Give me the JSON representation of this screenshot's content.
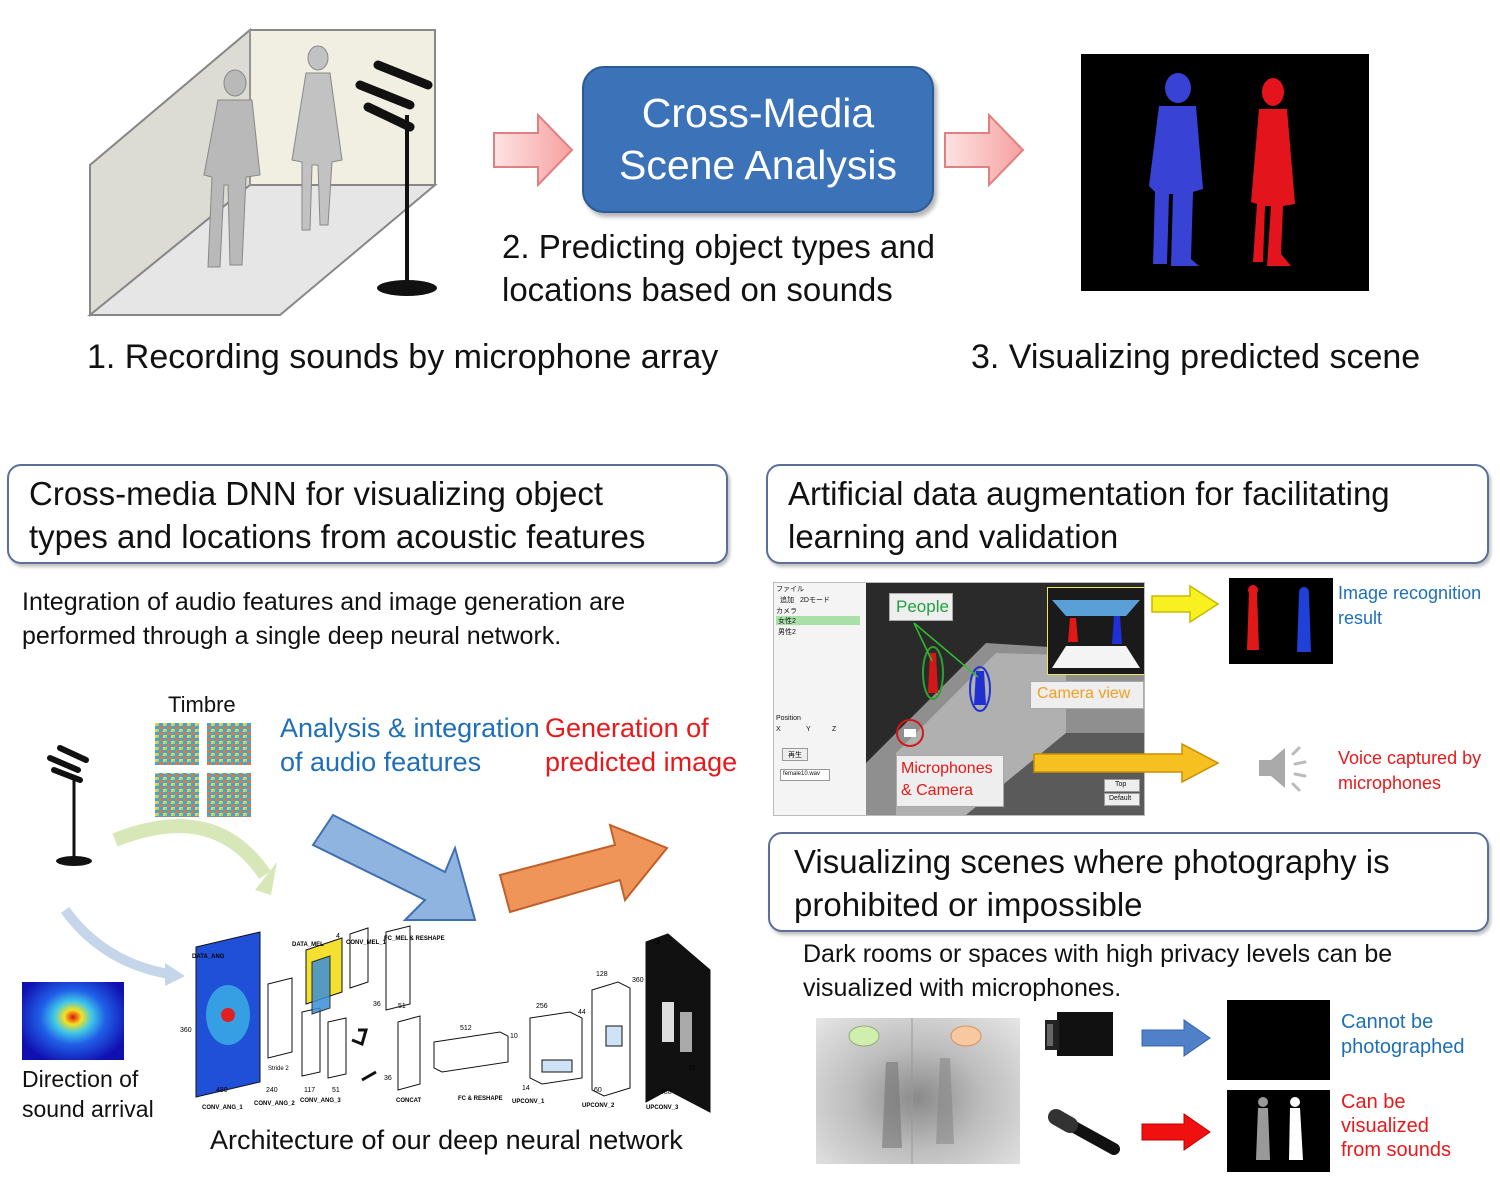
{
  "top": {
    "cms_title_line1": "Cross-Media",
    "cms_title_line2": "Scene Analysis",
    "step2_line1": "2. Predicting object types and",
    "step2_line2": "locations based on sounds",
    "step1": "1. Recording sounds by microphone array",
    "step3": "3. Visualizing predicted scene"
  },
  "left_panel": {
    "heading_line1": "Cross-media DNN for visualizing object",
    "heading_line2": "types and locations from acoustic features",
    "desc_line1": "Integration of audio features and image generation are",
    "desc_line2": "performed through a single deep neural network.",
    "timbre": "Timbre",
    "analysis_line1": "Analysis & integration",
    "analysis_line2": "of audio features",
    "generation_line1": "Generation of",
    "generation_line2": "predicted image",
    "direction_line1": "Direction of",
    "direction_line2": "sound arrival",
    "caption": "Architecture of our deep neural network",
    "net_labels": {
      "data_ang": "DATA_ANG",
      "data_mel": "DATA_MEL",
      "conv_mel_1": "CONV_MEL_1",
      "fc_mel": "FC_MEL & RESHAPE",
      "conv_ang_1": "CONV_ANG_1",
      "conv_ang_2": "CONV_ANG_2",
      "conv_ang_3": "CONV_ANG_3",
      "concat": "CONCAT",
      "fc_reshape": "FC & RESHAPE",
      "upconv_1": "UPCONV_1",
      "upconv_2": "UPCONV_2",
      "upconv_3": "UPCONV_3",
      "n360a": "360",
      "n480": "480",
      "n240": "240",
      "n117": "117",
      "n51a": "51",
      "n51b": "51",
      "n36a": "36",
      "n36b": "36",
      "n512": "512",
      "n256": "256",
      "n128": "128",
      "n360b": "360",
      "n488": "488",
      "n3": "3",
      "n4": "4",
      "n14": "14",
      "n60": "60",
      "n44": "44",
      "n10": "10",
      "n16": "16",
      "stride2": "Stride 2"
    }
  },
  "right_top": {
    "heading_line1": "Artificial data augmentation for facilitating",
    "heading_line2": "learning and validation",
    "people": "People",
    "camera_view": "Camera view",
    "mic_cam_line1": "Microphones",
    "mic_cam_line2": "& Camera",
    "image_recog_line1": "Image recognition",
    "image_recog_line2": "result",
    "voice_line1": "Voice captured by",
    "voice_line2": "microphones",
    "ui": {
      "menu": "ファイル",
      "add": "追加",
      "mode": "2Dモード",
      "camera": "カメラ",
      "female": "女性2",
      "male": "男性2",
      "position": "Position",
      "x": "X",
      "y": "Y",
      "z": "Z",
      "play": "再生",
      "wav": "female10.wav",
      "top": "Top",
      "default": "Default"
    }
  },
  "right_bottom": {
    "heading_line1": "Visualizing scenes where photography is",
    "heading_line2": "prohibited or impossible",
    "desc_line1": "Dark rooms or spaces with high privacy levels can be",
    "desc_line2": "visualized with microphones.",
    "cannot_line1": "Cannot be",
    "cannot_line2": "photographed",
    "can_line1": "Can be",
    "can_line2": "visualized",
    "can_line3": "from sounds"
  },
  "colors": {
    "box_blue": "#3c73b8",
    "blue_label": "#1f6fb8",
    "red_label": "#e8191b",
    "silhouette_blue": "#3843d6",
    "silhouette_red": "#e3141c"
  }
}
